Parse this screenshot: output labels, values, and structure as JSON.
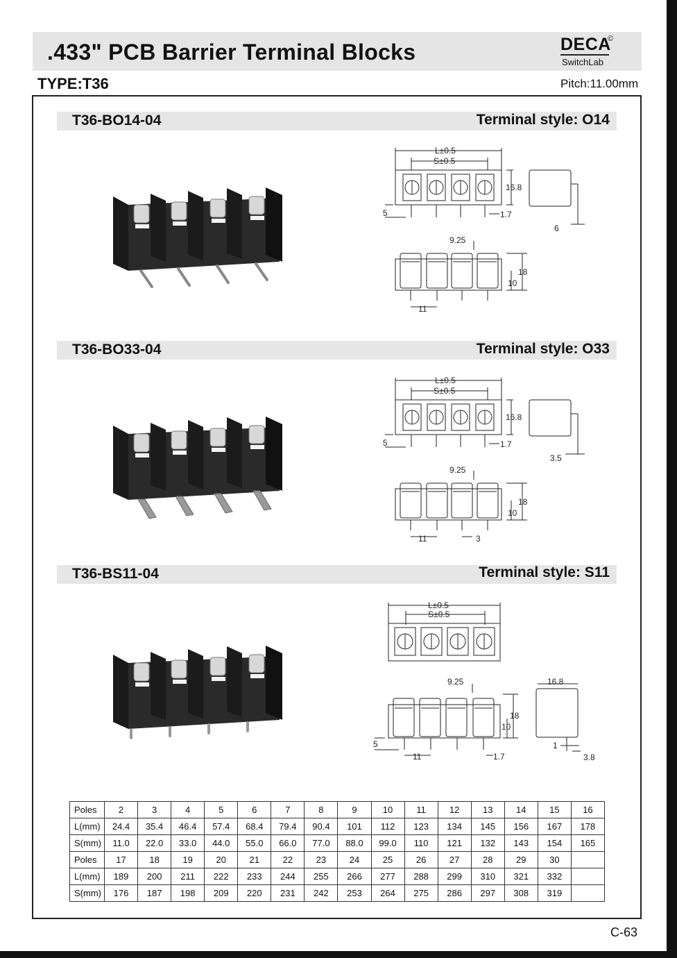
{
  "header": {
    "title": ".433\" PCB Barrier Terminal Blocks",
    "brand": "DECA",
    "brand_mark": "©",
    "brand_sub": "SwitchLab",
    "type_label": "TYPE:T36",
    "pitch": "Pitch:11.00mm"
  },
  "sections": [
    {
      "model": "T36-BO14-04",
      "style": "Terminal style: O14",
      "dims": {
        "l": "L±0.5",
        "s": "S±0.5",
        "h": "16.8",
        "pin": "5",
        "pin_w": "1.7",
        "side": "6",
        "tab": "9.25",
        "height": "18",
        "base": "10",
        "pitch": "11"
      }
    },
    {
      "model": "T36-BO33-04",
      "style": "Terminal style: O33",
      "dims": {
        "l": "L±0.5",
        "s": "S±0.5",
        "h": "16.8",
        "pin": "5",
        "pin_w": "1.7",
        "side": "3.5",
        "tab": "9.25",
        "height": "18",
        "base": "10",
        "pitch": "11",
        "offset": "3"
      }
    },
    {
      "model": "T36-BS11-04",
      "style": "Terminal style: S11",
      "dims": {
        "l": "L±0.5",
        "s": "S±0.5",
        "tab": "9.25",
        "height": "18",
        "base": "10",
        "pin": "5",
        "pitch": "11",
        "pin_w": "1.7",
        "side_w": "16.8",
        "side_pin": "1",
        "side_off": "3.8"
      }
    }
  ],
  "table": {
    "rows": [
      [
        "Poles",
        "2",
        "3",
        "4",
        "5",
        "6",
        "7",
        "8",
        "9",
        "10",
        "11",
        "12",
        "13",
        "14",
        "15",
        "16"
      ],
      [
        "L(mm)",
        "24.4",
        "35.4",
        "46.4",
        "57.4",
        "68.4",
        "79.4",
        "90.4",
        "101",
        "112",
        "123",
        "134",
        "145",
        "156",
        "167",
        "178"
      ],
      [
        "S(mm)",
        "11.0",
        "22.0",
        "33.0",
        "44.0",
        "55.0",
        "66.0",
        "77.0",
        "88.0",
        "99.0",
        "110",
        "121",
        "132",
        "143",
        "154",
        "165"
      ],
      [
        "Poles",
        "17",
        "18",
        "19",
        "20",
        "21",
        "22",
        "23",
        "24",
        "25",
        "26",
        "27",
        "28",
        "29",
        "30",
        ""
      ],
      [
        "L(mm)",
        "189",
        "200",
        "211",
        "222",
        "233",
        "244",
        "255",
        "266",
        "277",
        "288",
        "299",
        "310",
        "321",
        "332",
        ""
      ],
      [
        "S(mm)",
        "176",
        "187",
        "198",
        "209",
        "220",
        "231",
        "242",
        "253",
        "264",
        "275",
        "286",
        "297",
        "308",
        "319",
        ""
      ]
    ]
  },
  "footer": {
    "page": "C-63"
  }
}
